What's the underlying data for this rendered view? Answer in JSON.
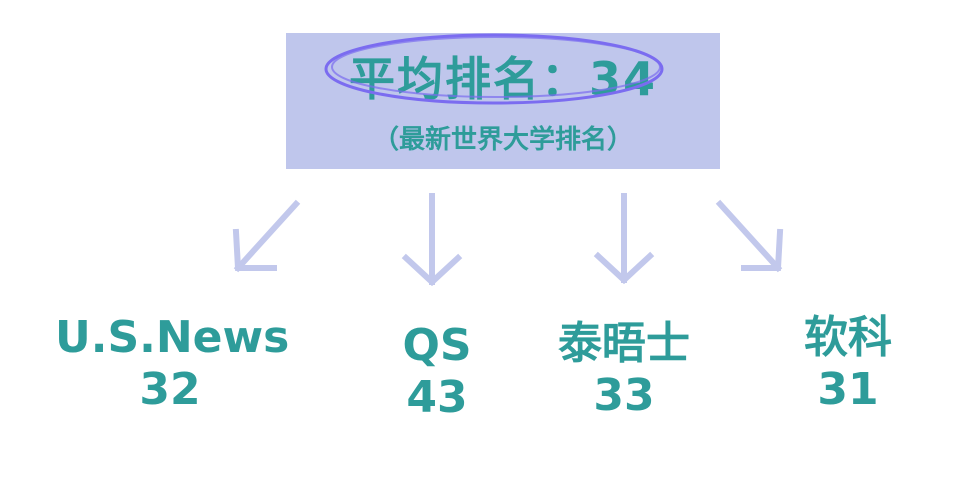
{
  "header": {
    "title": "平均排名：34",
    "subtitle": "（最新世界大学排名）"
  },
  "sources": [
    {
      "name": "U.S.News",
      "rank": "32"
    },
    {
      "name": "QS",
      "rank": "43"
    },
    {
      "name": "泰晤士",
      "rank": "33"
    },
    {
      "name": "软科",
      "rank": "31"
    }
  ],
  "colors": {
    "text": "#2e9c9a",
    "box": "#bfc6ec",
    "arrow": "#c2c8ec",
    "highlight": "#7b6cf0"
  }
}
